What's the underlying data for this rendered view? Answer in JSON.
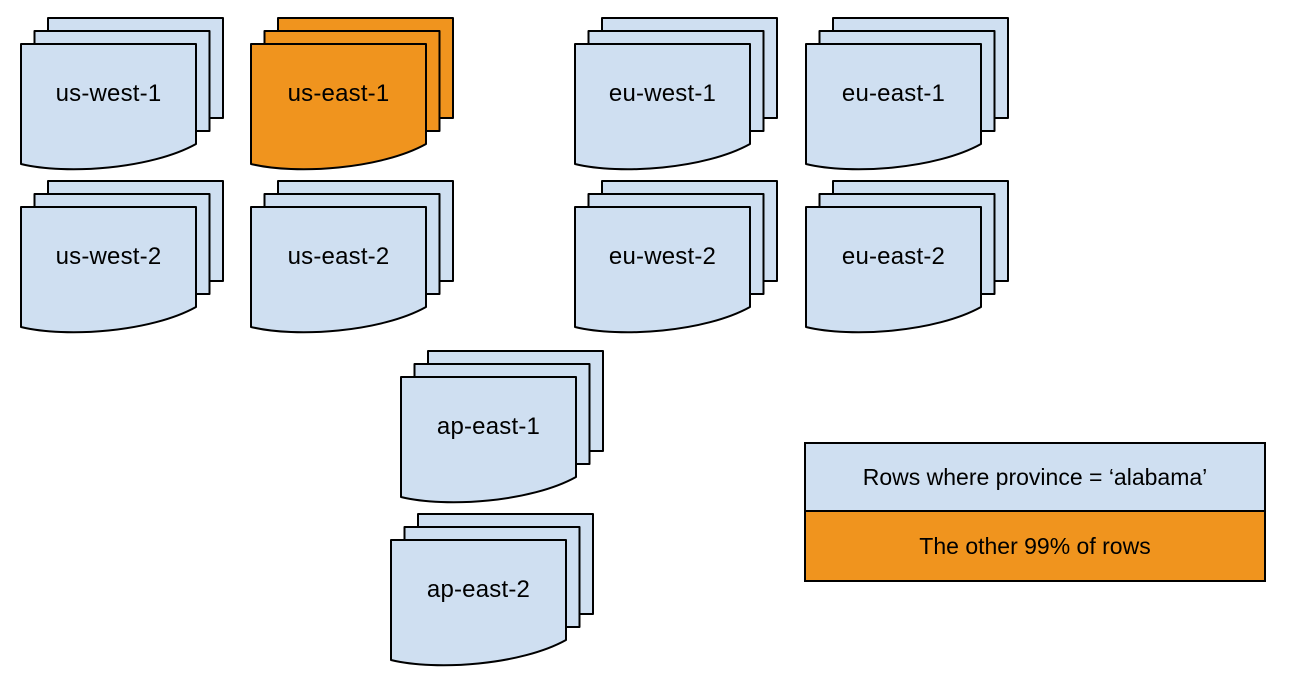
{
  "colors": {
    "blue": "#cfdff1",
    "orange": "#f0941e",
    "stroke": "#000000",
    "bg": "#ffffff"
  },
  "stacks": [
    {
      "label": "us-west-1",
      "highlighted": false
    },
    {
      "label": "us-east-1",
      "highlighted": true
    },
    {
      "label": "eu-west-1",
      "highlighted": false
    },
    {
      "label": "eu-east-1",
      "highlighted": false
    },
    {
      "label": "us-west-2",
      "highlighted": false
    },
    {
      "label": "us-east-2",
      "highlighted": false
    },
    {
      "label": "eu-west-2",
      "highlighted": false
    },
    {
      "label": "eu-east-2",
      "highlighted": false
    },
    {
      "label": "ap-east-1",
      "highlighted": false
    },
    {
      "label": "ap-east-2",
      "highlighted": false
    }
  ],
  "legend": {
    "items": [
      {
        "label": "Rows where province = ‘alabama’",
        "swatch": "blue"
      },
      {
        "label": "The other 99% of rows",
        "swatch": "orange"
      }
    ]
  }
}
